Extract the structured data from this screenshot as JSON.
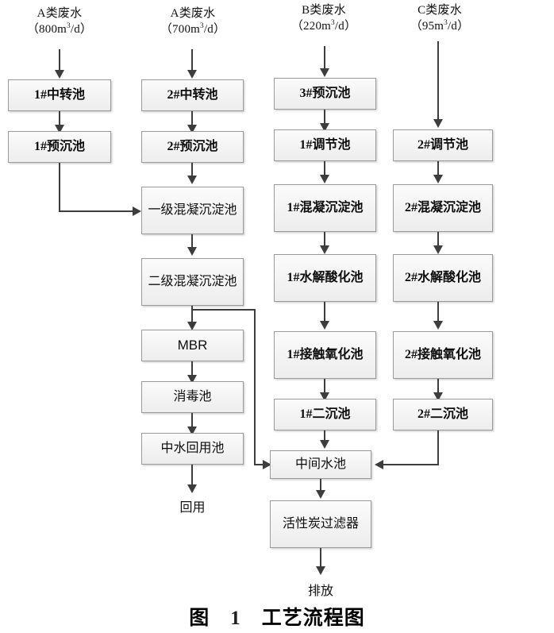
{
  "figure": {
    "caption_prefix": "图",
    "caption_number": "1",
    "caption_title": "工艺流程图"
  },
  "sources": [
    {
      "name": "A类废水",
      "flow": "（800m3/d）",
      "flow_main": "（800m",
      "flow_sup": "3",
      "flow_tail": "/d）"
    },
    {
      "name": "A类废水",
      "flow": "（700m3/d）",
      "flow_main": "（700m",
      "flow_sup": "3",
      "flow_tail": "/d）"
    },
    {
      "name": "B类废水",
      "flow": "（220m3/d）",
      "flow_main": "（220m",
      "flow_sup": "3",
      "flow_tail": "/d）"
    },
    {
      "name": "C类废水",
      "flow": "（95m3/d）",
      "flow_main": "（95m",
      "flow_sup": "3",
      "flow_tail": "/d）"
    }
  ],
  "columns": {
    "a1": {
      "title": "A类废水 800",
      "boxes": [
        {
          "label": "1#中转池"
        },
        {
          "label": "1#预沉池"
        }
      ]
    },
    "a2": {
      "title": "A类废水 700",
      "boxes": [
        {
          "label": "2#中转池"
        },
        {
          "label": "2#预沉池"
        },
        {
          "label": "一级混凝沉淀池"
        },
        {
          "label": "二级混凝沉淀池"
        },
        {
          "label": "MBR"
        },
        {
          "label": "消毒池"
        },
        {
          "label": "中水回用池"
        }
      ],
      "endpoint": "回用"
    },
    "b": {
      "title": "B类废水 220",
      "boxes": [
        {
          "label": "3#预沉池"
        },
        {
          "label": "1#调节池"
        },
        {
          "label": "1#混凝沉淀池"
        },
        {
          "label": "1#水解酸化池"
        },
        {
          "label": "1#接触氧化池"
        },
        {
          "label": "1#二沉池"
        }
      ]
    },
    "c": {
      "title": "C类废水 95",
      "boxes": [
        {
          "label": "2#调节池"
        },
        {
          "label": "2#混凝沉淀池"
        },
        {
          "label": "2#水解酸化池"
        },
        {
          "label": "2#接触氧化池"
        },
        {
          "label": "2#二沉池"
        }
      ]
    },
    "common": {
      "boxes": [
        {
          "label": "中间水池"
        },
        {
          "label": "活性炭过滤器"
        }
      ],
      "endpoint": "排放"
    }
  },
  "colors": {
    "box_border": "#9a9a9a",
    "box_fill_top": "#fbfbfb",
    "box_fill_bottom": "#ededed",
    "connector": "#3d3d3d",
    "text": "#111111",
    "background": "#ffffff"
  }
}
